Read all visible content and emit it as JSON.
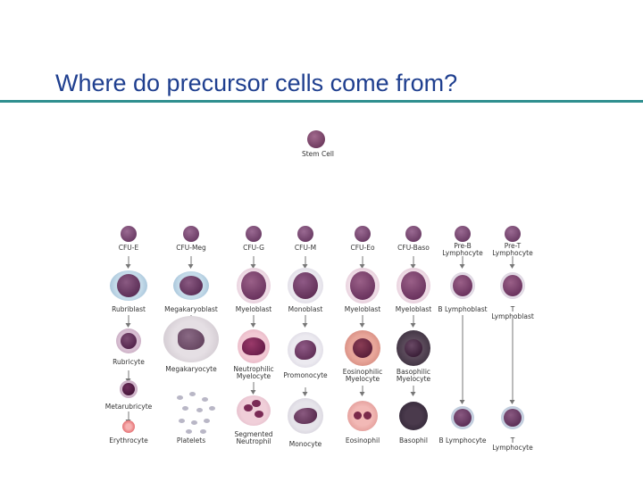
{
  "slide": {
    "title": "Where do precursor cells come from?",
    "accent_color": "#2f8f8f",
    "title_color": "#1f3f8f"
  },
  "diagram": {
    "root": "Stem Cell",
    "progenitors": [
      "CFU-E",
      "CFU-Meg",
      "CFU-G",
      "CFU-M",
      "CFU-Eo",
      "CFU-Baso",
      "Pre-B\nLymphocyte",
      "Pre-T\nLymphocyte"
    ],
    "blasts": [
      "Rubriblast",
      "Megakaryoblast",
      "Myeloblast",
      "Monoblast",
      "Myeloblast",
      "Myeloblast",
      "B Lymphoblast",
      "T Lymphoblast"
    ],
    "intermediates": [
      "Rubricyte",
      "Megakaryocyte",
      "Neutrophilic\nMyelocyte",
      "Promonocyte",
      "Eosinophilic\nMyelocyte",
      "Basophilic\nMyelocyte"
    ],
    "pre_mature": [
      "Metarubricyte"
    ],
    "mature": [
      "Erythrocyte",
      "Platelets",
      "Segmented\nNeutrophil",
      "Monocyte",
      "Eosinophil",
      "Basophil",
      "B Lymphocyte",
      "T Lymphocyte"
    ]
  }
}
